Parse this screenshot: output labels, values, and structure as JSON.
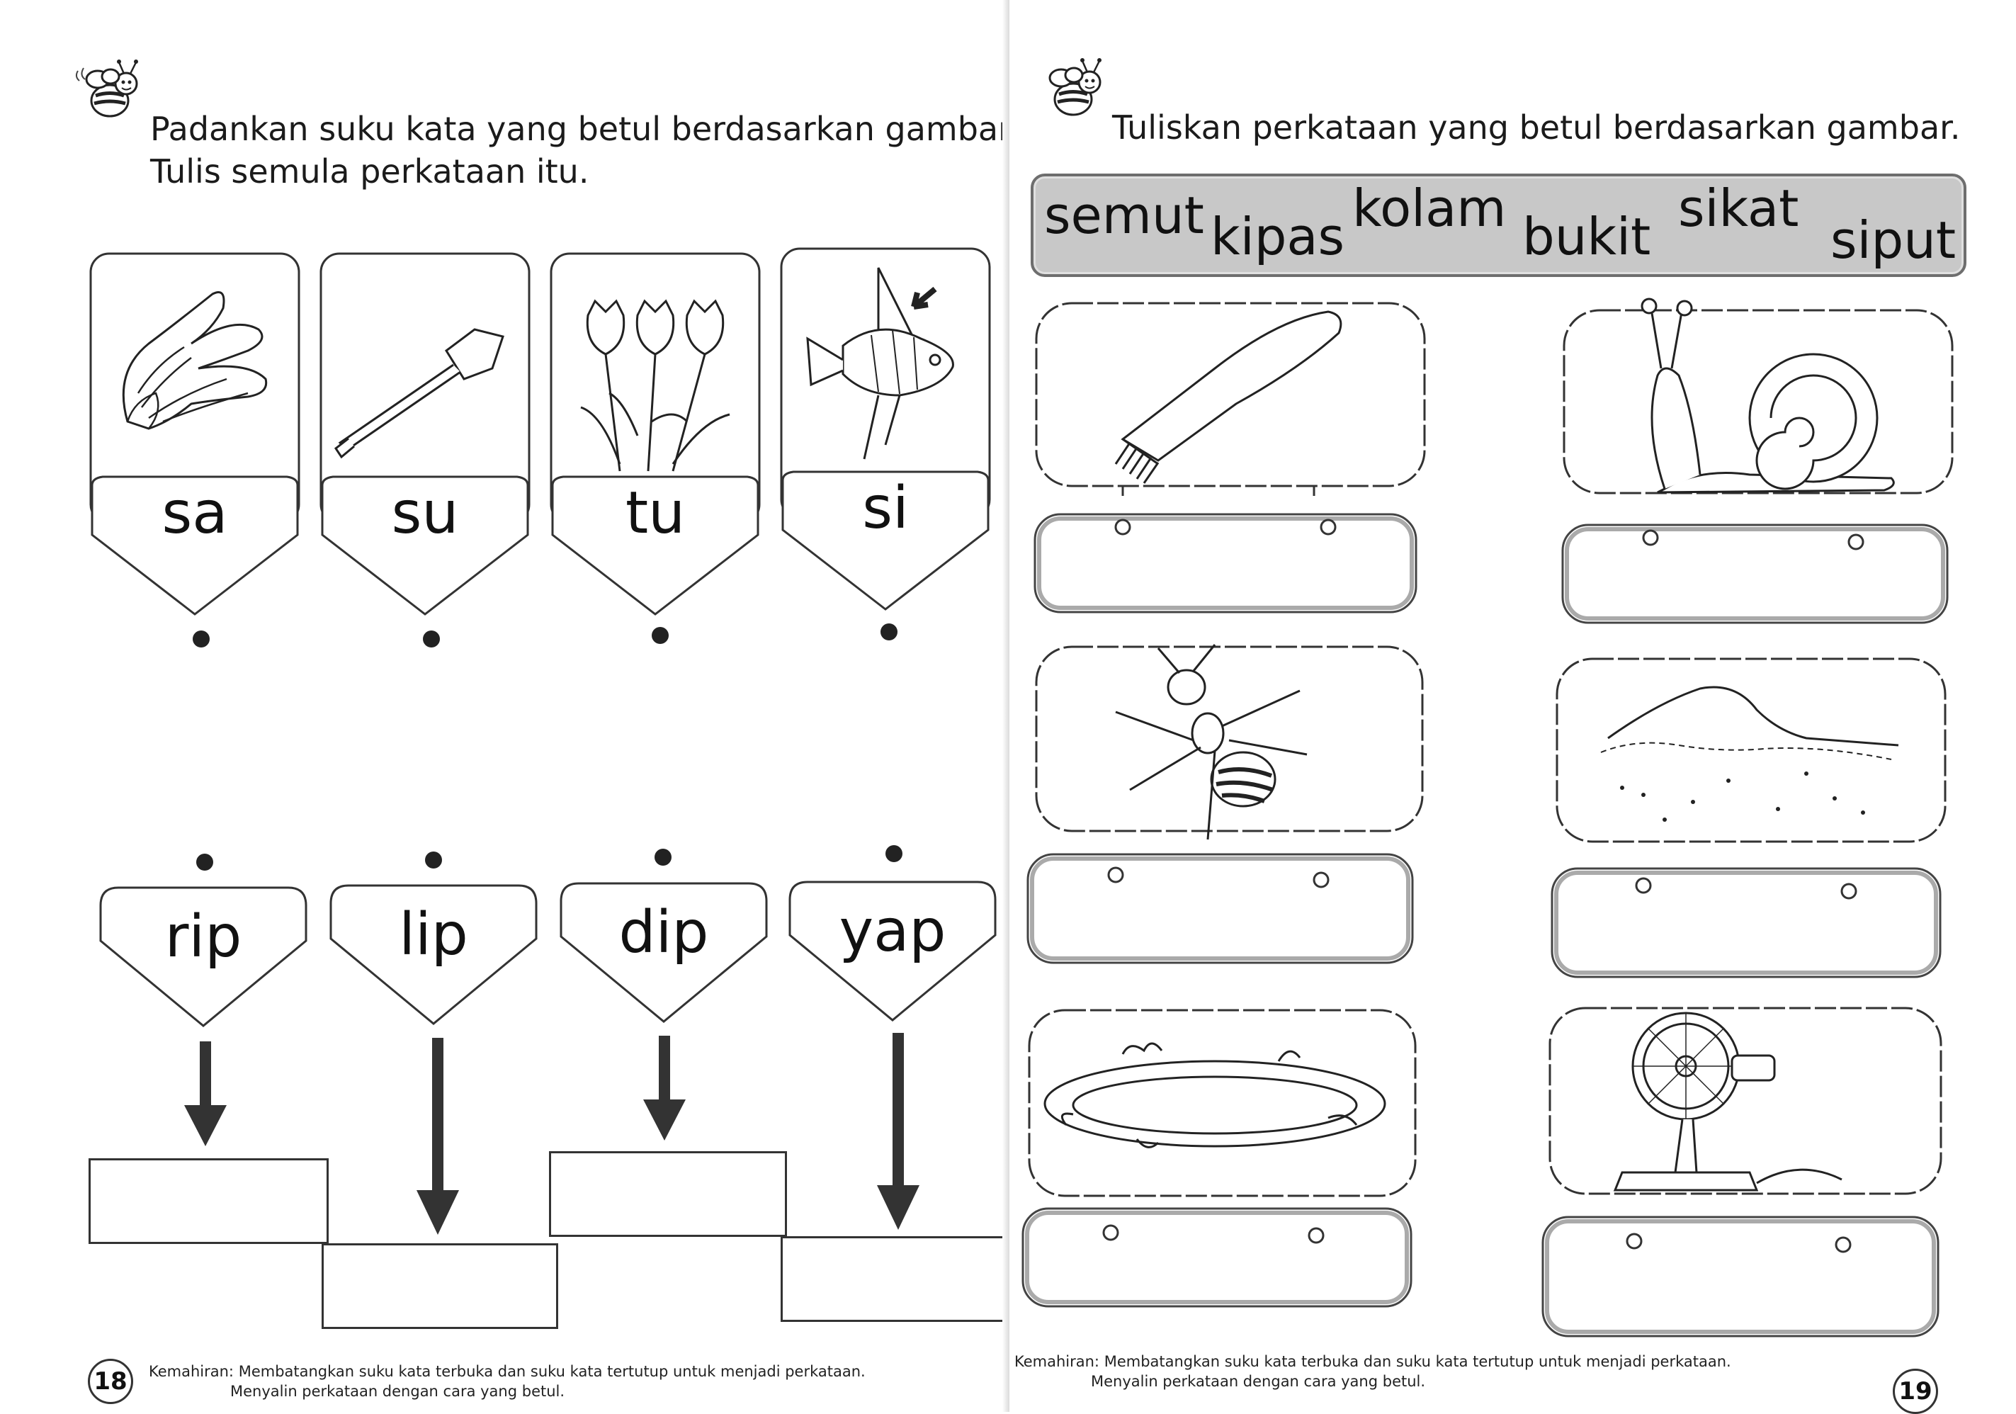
{
  "left": {
    "instruction_line1": "Padankan suku kata yang betul berdasarkan gambar.",
    "instruction_line2": "Tulis semula perkataan itu.",
    "cards": [
      {
        "syllable": "sa",
        "picture": "wing-icon"
      },
      {
        "syllable": "su",
        "picture": "spatula-icon"
      },
      {
        "syllable": "tu",
        "picture": "tulip-icon"
      },
      {
        "syllable": "si",
        "picture": "fish-fin-icon"
      }
    ],
    "endings": [
      "rip",
      "lip",
      "dip",
      "yap"
    ],
    "footer_label": "Kemahiran:",
    "footer_line1": "Membatangkan suku kata terbuka dan suku kata tertutup untuk menjadi perkataan.",
    "footer_line2": "Menyalin perkataan dengan cara yang betul.",
    "page_number": "18"
  },
  "right": {
    "instruction": "Tuliskan perkataan yang betul berdasarkan gambar.",
    "word_bank": [
      "semut",
      "kipas",
      "kolam",
      "bukit",
      "sikat",
      "siput"
    ],
    "pictures": [
      "comb-icon",
      "snail-icon",
      "ant-icon",
      "hill-icon",
      "pond-icon",
      "fan-icon"
    ],
    "footer_label": "Kemahiran:",
    "footer_line1": "Membatangkan suku kata terbuka dan suku kata tertutup untuk menjadi perkataan.",
    "footer_line2": "Menyalin perkataan dengan cara yang betul.",
    "page_number": "19"
  }
}
